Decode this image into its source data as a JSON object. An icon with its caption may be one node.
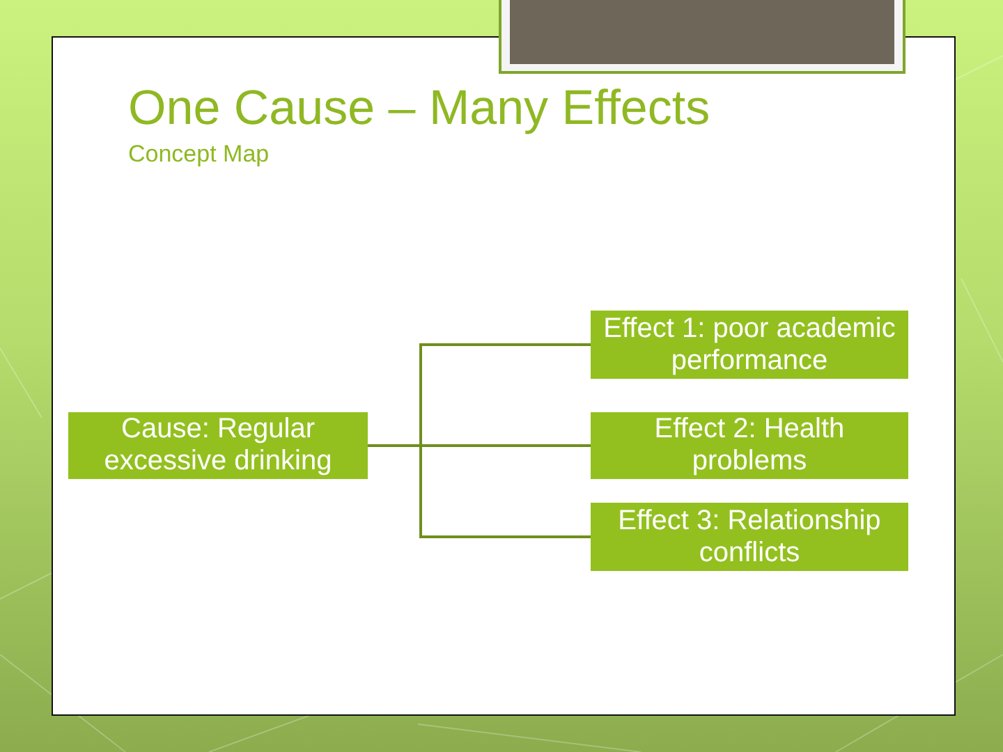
{
  "diagram": {
    "title": "One Cause – Many Effects",
    "nodes": [
      {
        "text": [
          "Cause: Regular excessive drinking"
        ]
      },
      {
        "text": [
          "Effect 1: poor academic performance"
        ]
      },
      {
        "text": [
          "Effect 2: Health problems"
        ]
      },
      {
        "text": [
          "Effect 3: Relationship conflicts"
        ]
      }
    ],
    "edges": [
      {
        "from": 0,
        "to": 1,
        "arrow": "none"
      },
      {
        "from": 0,
        "to": 2,
        "arrow": "none"
      },
      {
        "from": 0,
        "to": 3,
        "arrow": "none"
      }
    ],
    "labels": [
      "Concept Map"
    ]
  }
}
